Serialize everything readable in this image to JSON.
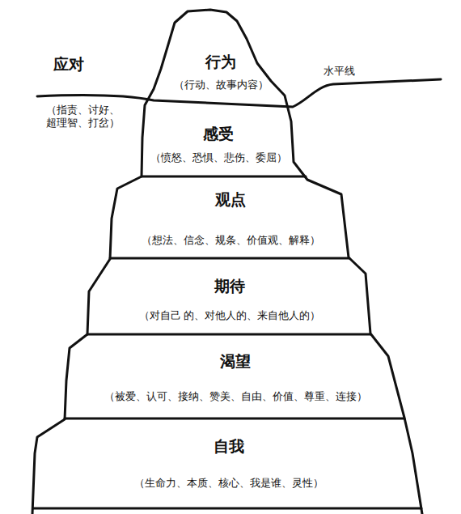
{
  "diagram": {
    "nodes": [
      {
        "text": [
          "行为",
          "（行动、故事内容）"
        ]
      },
      {
        "text": [
          "感受",
          "（愤怒、恐惧、悲伤、委屈）"
        ]
      },
      {
        "text": [
          "观点",
          "（想法、信念、规条、价值观、解释）"
        ]
      },
      {
        "text": [
          "期待",
          "（对自己 的、对他人的、来自他人的）"
        ]
      },
      {
        "text": [
          "渴望",
          "（被爱、认可、接纳、赞美、自由、价值、尊重、连接）"
        ]
      },
      {
        "text": [
          "自我",
          "（生命力、本质、核心、我是谁、灵性）"
        ]
      }
    ],
    "labels": [
      "应对",
      "（指责、讨好、 超理智、打岔）",
      "水平线"
    ]
  }
}
